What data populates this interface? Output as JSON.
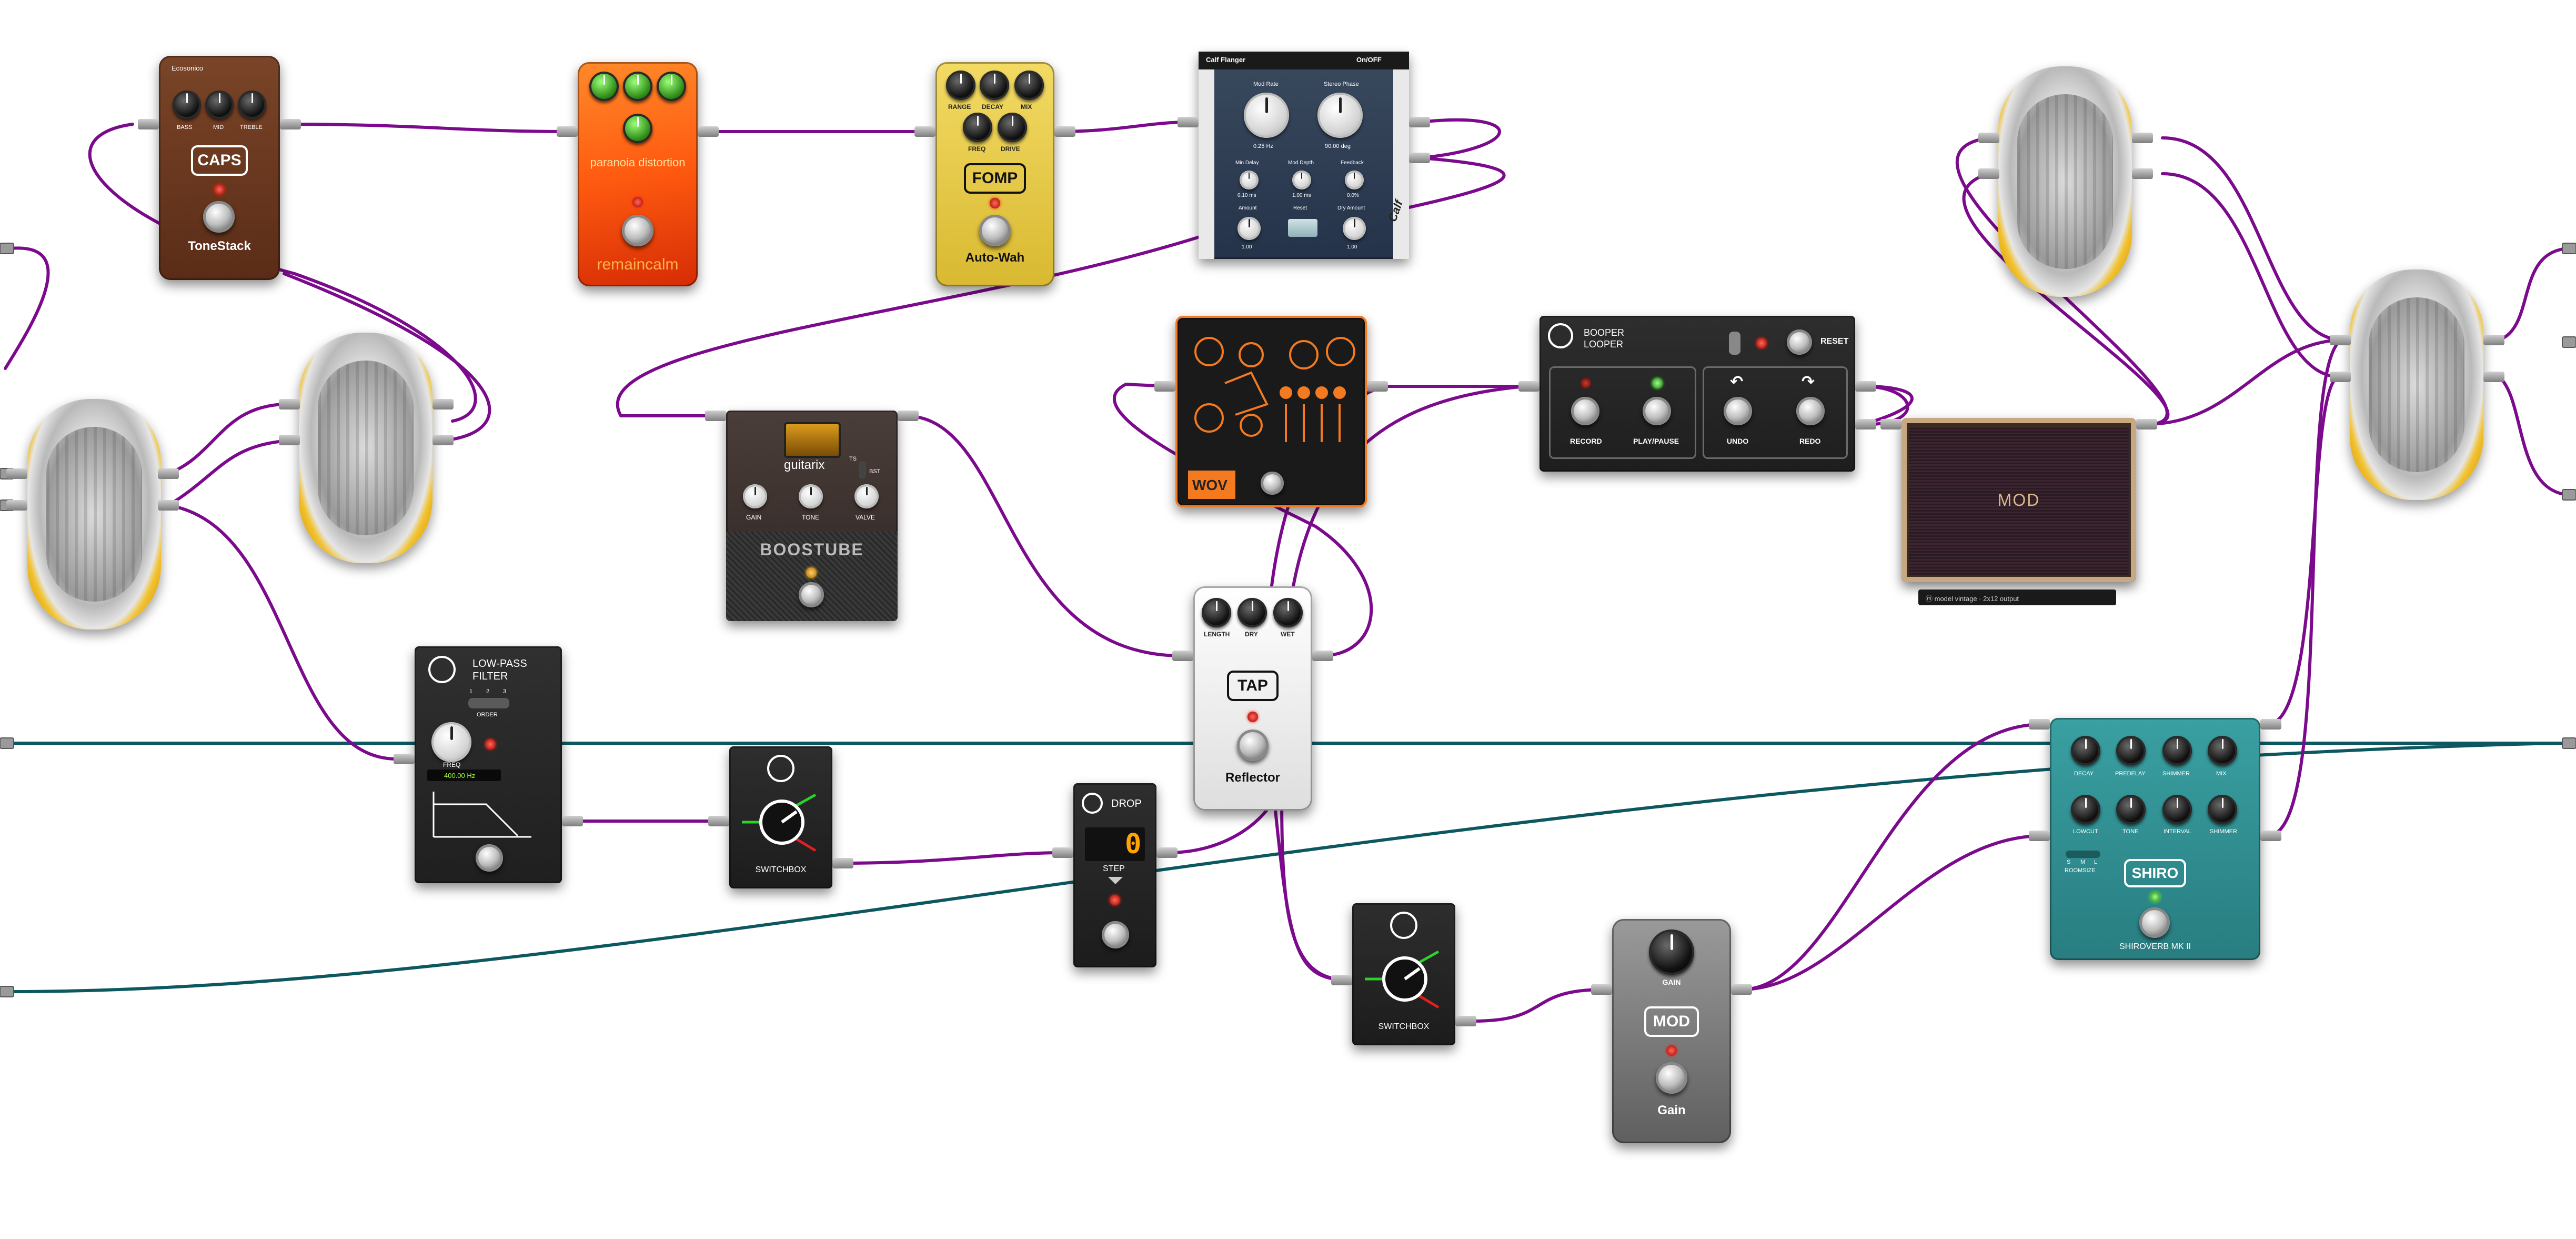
{
  "pedals": {
    "caps": {
      "header": "Ecosonico",
      "knobs": [
        "BASS",
        "MID",
        "TREBLE"
      ],
      "logo": "CAPS",
      "name": "ToneStack",
      "color": "#6b3a22"
    },
    "paranoia": {
      "brand": "paranoia distortion",
      "maker": "remaincalm",
      "color": "#ff6a1a"
    },
    "fomp": {
      "knobs": [
        "RANGE",
        "DECAY",
        "MIX",
        "FREQ",
        "DRIVE"
      ],
      "logo": "FOMP",
      "name": "Auto-Wah",
      "color": "#ecd04e"
    },
    "calf": {
      "title": "Calf Flanger",
      "power": "On/OFF",
      "big_knobs": [
        "Mod Rate",
        "Stereo Phase"
      ],
      "big_values": [
        "0.25 Hz",
        "90.00 deg"
      ],
      "small_knobs": [
        "Min Delay",
        "Mod Depth",
        "Feedback",
        "Amount",
        "Reset",
        "Dry Amount"
      ],
      "small_values": [
        "0.10 ms",
        "1.00 ms",
        "0.0%",
        "1.00",
        "",
        "1.00"
      ],
      "brand": "Calf"
    },
    "boostube": {
      "brand": "guitarix",
      "knobs": [
        "GAIN",
        "TONE",
        "VALVE"
      ],
      "toggle": "TS",
      "toggle_alt": "BST",
      "logo": "BOOSTUBE"
    },
    "wolf": {
      "brand": "WOV",
      "color": "#f47a1f"
    },
    "looper": {
      "title1": "BOOPER",
      "title2": "LOOPER",
      "reset": "RESET",
      "buttons": [
        "RECORD",
        "PLAY/PAUSE",
        "UNDO",
        "REDO"
      ]
    },
    "mod_cab": {
      "logo": "MOD",
      "status": "ⓜ model   vintage · 2x12   output"
    },
    "tap": {
      "knobs": [
        "LENGTH",
        "DRY",
        "WET"
      ],
      "logo": "TAP",
      "name": "Reflector"
    },
    "lowpass": {
      "title1": "LOW-PASS",
      "title2": "FILTER",
      "order_label": "ORDER",
      "orders": [
        "1",
        "2",
        "3"
      ],
      "freq_label": "FREQ",
      "freq_value": "400.00 Hz"
    },
    "switchbox1": {
      "label": "SWITCHBOX"
    },
    "drop": {
      "title": "DROP",
      "digit": "0",
      "step": "STEP"
    },
    "switchbox2": {
      "label": "SWITCHBOX"
    },
    "gain": {
      "knob": "GAIN",
      "logo": "MOD",
      "name": "Gain"
    },
    "shiro": {
      "knobs_top": [
        "DECAY",
        "PREDELAY",
        "SHIMMER",
        "MIX"
      ],
      "knobs_bottom": [
        "LOWCUT",
        "TONE",
        "INTERVAL",
        "SHIMMER"
      ],
      "roomsize": "ROOMSIZE",
      "sizes": [
        "S",
        "M",
        "L"
      ],
      "logo": "SHIRO",
      "name": "SHIROVERB MK II",
      "color": "#2f8d8f"
    }
  },
  "cables": {
    "purple": "#7b0a8c",
    "teal": "#0d5860"
  }
}
